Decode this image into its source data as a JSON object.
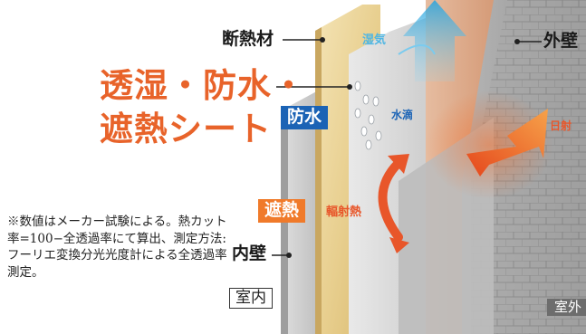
{
  "labels": {
    "insulation": "断熱材",
    "outer_wall": "外壁",
    "moisture": "湿気",
    "headline_line1": "透湿・防水・",
    "headline_line2": "遮熱シート",
    "waterproof": "防水",
    "water_drops": "水滴",
    "sunlight": "日射",
    "heat_shield": "遮熱",
    "radiant_heat": "輻射熱",
    "inner_wall": "内壁",
    "indoor": "室内",
    "outdoor": "室外"
  },
  "footnote": "※数値はメーカー試験による。熱カット率=100−全透過率にて算出、測定方法:フーリエ変換分光光度計による全透過率測定。",
  "colors": {
    "accent_orange": "#e8632a",
    "waterproof_blue": "#1b63b5",
    "moisture_blue": "#4fb6e3",
    "heat_orange": "#f07a2a",
    "headline_orange": "#e8632a"
  }
}
